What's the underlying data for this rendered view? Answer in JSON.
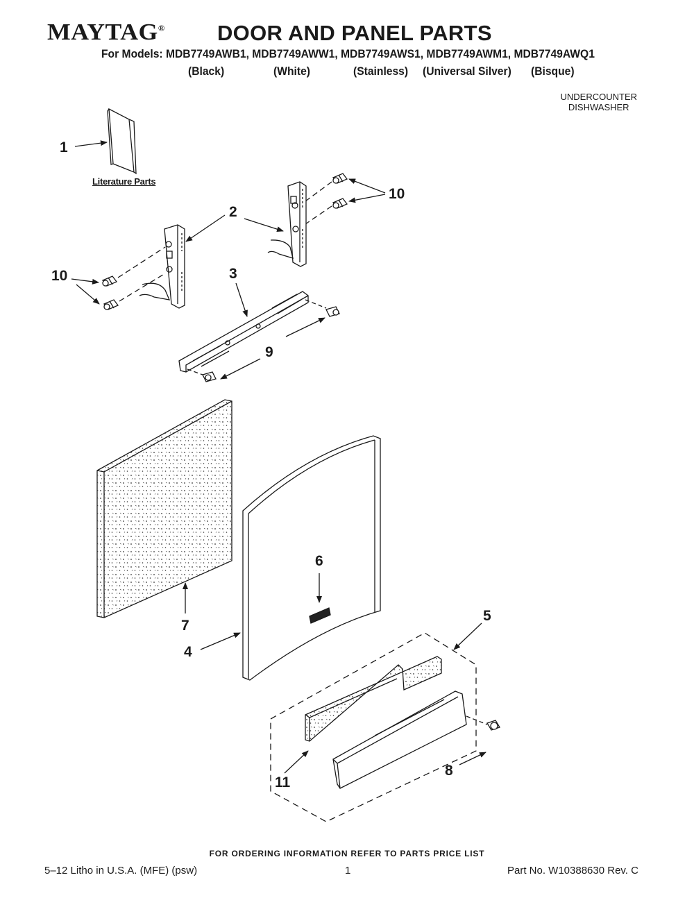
{
  "header": {
    "brand": "MAYTAG",
    "brand_mark": "®",
    "title": "DOOR AND PANEL PARTS",
    "models_line": "For Models: MDB7749AWB1, MDB7749AWW1, MDB7749AWS1, MDB7749AWM1, MDB7749AWQ1",
    "finishes": [
      "(Black)",
      "(White)",
      "(Stainless)",
      "(Universal Silver)",
      "(Bisque)"
    ],
    "product_line1": "UNDERCOUNTER",
    "product_line2": "DISHWASHER"
  },
  "diagram": {
    "literature_label": "Literature Parts",
    "callouts": {
      "c1": "1",
      "c2": "2",
      "c3": "3",
      "c4": "4",
      "c5": "5",
      "c6": "6",
      "c7": "7",
      "c8": "8",
      "c9": "9",
      "c10a": "10",
      "c10b": "10",
      "c11": "11"
    }
  },
  "footer": {
    "ordering_note": "FOR ORDERING INFORMATION REFER TO PARTS PRICE LIST",
    "litho": "5–12 Litho in U.S.A. (MFE) (psw)",
    "page_number": "1",
    "part_number": "Part No. W10388630 Rev. C"
  },
  "colors": {
    "ink": "#1a1a1a",
    "paper": "#ffffff"
  }
}
